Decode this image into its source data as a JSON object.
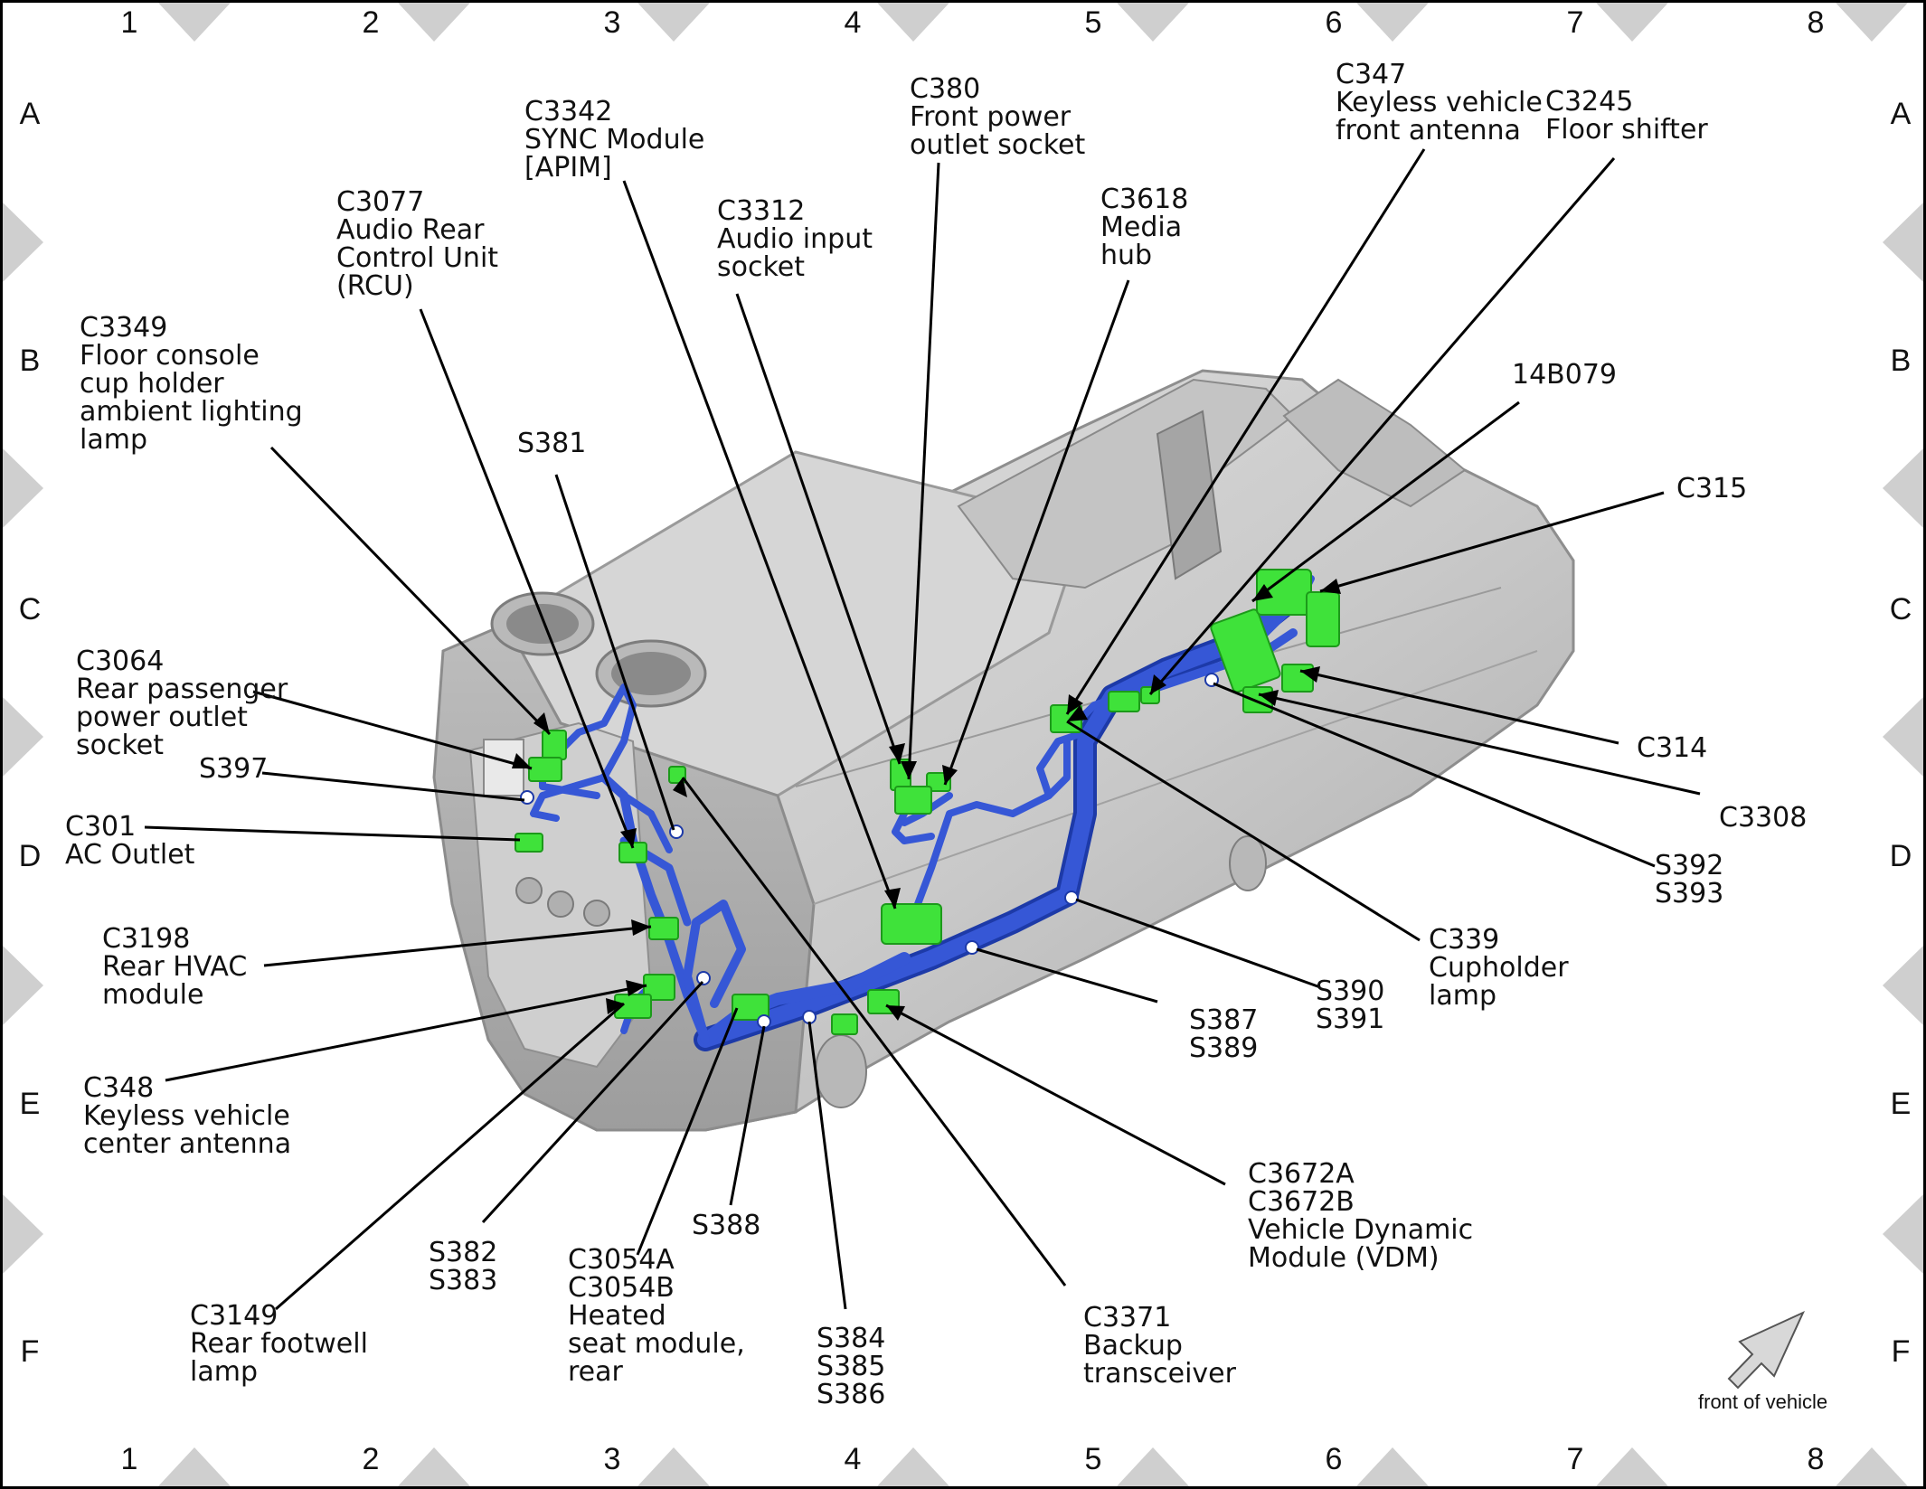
{
  "grid": {
    "columns": [
      "1",
      "2",
      "3",
      "4",
      "5",
      "6",
      "7",
      "8"
    ],
    "rows": [
      "A",
      "B",
      "C",
      "D",
      "E",
      "F"
    ]
  },
  "labels": [
    {
      "id": "c3342",
      "lines": [
        "C3342",
        "SYNC Module",
        "[APIM]"
      ]
    },
    {
      "id": "c380",
      "lines": [
        "C380",
        "Front power",
        "outlet socket"
      ]
    },
    {
      "id": "c347",
      "lines": [
        "C347",
        "Keyless vehicle",
        "front antenna"
      ]
    },
    {
      "id": "c3245",
      "lines": [
        "C3245",
        "Floor shifter"
      ]
    },
    {
      "id": "c3077",
      "lines": [
        "C3077",
        "Audio Rear",
        "Control Unit",
        "(RCU)"
      ]
    },
    {
      "id": "c3312",
      "lines": [
        "C3312",
        "Audio input",
        "socket"
      ]
    },
    {
      "id": "c3618",
      "lines": [
        "C3618",
        "Media",
        "hub"
      ]
    },
    {
      "id": "c3349",
      "lines": [
        "C3349",
        "Floor console",
        "cup holder",
        "ambient lighting",
        "lamp"
      ]
    },
    {
      "id": "14b079",
      "lines": [
        "14B079"
      ]
    },
    {
      "id": "s381",
      "lines": [
        "S381"
      ]
    },
    {
      "id": "c315",
      "lines": [
        "C315"
      ]
    },
    {
      "id": "c3064",
      "lines": [
        "C3064",
        "Rear passenger",
        "power outlet",
        "socket"
      ]
    },
    {
      "id": "s397",
      "lines": [
        "S397"
      ]
    },
    {
      "id": "c314",
      "lines": [
        "C314"
      ]
    },
    {
      "id": "c301",
      "lines": [
        "C301",
        "AC Outlet"
      ]
    },
    {
      "id": "c3308",
      "lines": [
        "C3308"
      ]
    },
    {
      "id": "s392",
      "lines": [
        "S392",
        "S393"
      ]
    },
    {
      "id": "c339",
      "lines": [
        "C339",
        "Cupholder",
        "lamp"
      ]
    },
    {
      "id": "c3198",
      "lines": [
        "C3198",
        "Rear HVAC",
        "module"
      ]
    },
    {
      "id": "s390",
      "lines": [
        "S390",
        "S391"
      ]
    },
    {
      "id": "s387",
      "lines": [
        "S387",
        "S389"
      ]
    },
    {
      "id": "c348",
      "lines": [
        "C348",
        "Keyless vehicle",
        "center antenna"
      ]
    },
    {
      "id": "c3672",
      "lines": [
        "C3672A",
        "C3672B",
        "Vehicle Dynamic",
        "Module (VDM)"
      ]
    },
    {
      "id": "s388",
      "lines": [
        "S388"
      ]
    },
    {
      "id": "s382",
      "lines": [
        "S382",
        "S383"
      ]
    },
    {
      "id": "c3054",
      "lines": [
        "C3054A",
        "C3054B",
        "Heated",
        "seat module,",
        "rear"
      ]
    },
    {
      "id": "c3149",
      "lines": [
        "C3149",
        "Rear footwell",
        "lamp"
      ]
    },
    {
      "id": "c3371",
      "lines": [
        "C3371",
        "Backup",
        "transceiver"
      ]
    },
    {
      "id": "s384",
      "lines": [
        "S384",
        "S385",
        "S386"
      ]
    }
  ],
  "legend": {
    "front_of_vehicle": "front of vehicle"
  },
  "colors": {
    "harness": "#3657d6",
    "connector": "#3fe23a",
    "console_body": "#c8c8c8",
    "grid_marker": "#cfcfcf"
  }
}
